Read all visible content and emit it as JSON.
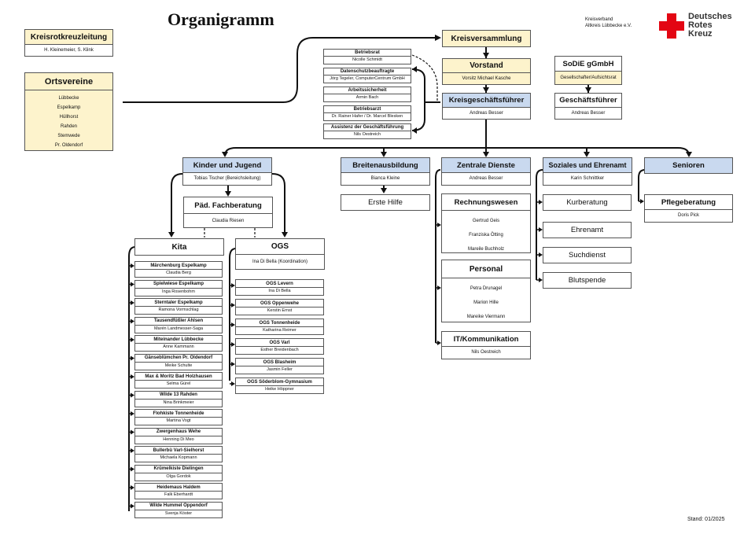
{
  "title": "Organigramm",
  "org": {
    "line1": "Kreisverband",
    "line2": "Altkreis Lübbecke e.V."
  },
  "logo": {
    "line1": "Deutsches",
    "line2": "Rotes",
    "line3": "Kreuz",
    "color": "#e30613"
  },
  "kreisrotkreuzleitung": {
    "label": "Kreisrotkreuzleitung",
    "names": "H. Kleinemeier, S. Klink"
  },
  "ortsvereine": {
    "label": "Ortsvereine",
    "items": [
      "Lübbecke",
      "Espelkamp",
      "Hüllhorst",
      "Rahden",
      "Stemwede",
      "Pr. Oldendorf"
    ]
  },
  "kreisversammlung": {
    "label": "Kreisversammlung"
  },
  "vorstand": {
    "label": "Vorstand",
    "sub": "Vorsitz Michael Kasche"
  },
  "kgf": {
    "label": "Kreisgeschäftsführer",
    "name": "Andreas Besser"
  },
  "sodie": {
    "label": "SoDiE gGmbH",
    "sub": "Gesellschafter/Aufsichtsrat"
  },
  "gf": {
    "label": "Geschäftsführer",
    "name": "Andreas Besser"
  },
  "staff": [
    {
      "label": "Betriebsrat",
      "name": "Nicolle Schmidt"
    },
    {
      "label": "Datenschutzbeauftragte",
      "name": "Jörg Tegeler, ComputerCentrum GmbH"
    },
    {
      "label": "Arbeitssicherheit",
      "name": "Armin Bach"
    },
    {
      "label": "Betriebsarzt",
      "name": "Dr. Rainer Hafer / Dr. Marcel Blesken"
    },
    {
      "label": "Assistenz der Geschäftsführung",
      "name": "Nils Oestreich"
    }
  ],
  "kinder": {
    "label": "Kinder und Jugend",
    "name": "Tobias Tischer (Bereichsleitung)"
  },
  "paed": {
    "label": "Päd. Fachberatung",
    "name": "Claudia Riesen"
  },
  "kita": {
    "label": "Kita"
  },
  "ogs": {
    "label": "OGS",
    "name": "Ina Di Bella (Koordination)"
  },
  "kitas": [
    {
      "label": "Märchenburg Espelkamp",
      "name": "Claudia Berg"
    },
    {
      "label": "Spielwiese Espelkamp",
      "name": "Inga Rosenbohm"
    },
    {
      "label": "Sterntaler Espelkamp",
      "name": "Ramona Vormschlag"
    },
    {
      "label": "Tausendfüßler Ahlsen",
      "name": "Marén Landmesser-Saga"
    },
    {
      "label": "Miteinander Lübbecke",
      "name": "Anne Kammann"
    },
    {
      "label": "Gänseblümchen Pr. Oldendorf",
      "name": "Meike Schulte"
    },
    {
      "label": "Max & Moritz Bad Holzhausen",
      "name": "Selma Gürel"
    },
    {
      "label": "Wilde 13 Rahden",
      "name": "Nina Brinkmeier"
    },
    {
      "label": "Flohkiste Tonnenheide",
      "name": "Martina Vogt"
    },
    {
      "label": "Zwergenhaus Wehe",
      "name": "Henning Di Meo"
    },
    {
      "label": "Bullerbü Varl-Sielhorst",
      "name": "Michaela Kopmann"
    },
    {
      "label": "Krümelkiste Dielingen",
      "name": "Olga Gordok"
    },
    {
      "label": "Heidemaus Haldem",
      "name": "Falk Eberhardt"
    },
    {
      "label": "Wilde Hummel Oppendorf",
      "name": "Svenja Köster"
    }
  ],
  "ogss": [
    {
      "label": "OGS Levern",
      "name": "Ina Di Bella"
    },
    {
      "label": "OGS Oppenwehe",
      "name": "Kerstin Ernst"
    },
    {
      "label": "OGS Tonnenheide",
      "name": "Katharina Reimer"
    },
    {
      "label": "OGS Varl",
      "name": "Esther Breidenbach"
    },
    {
      "label": "OGS Blasheim",
      "name": "Jasmin Feller"
    },
    {
      "label": "OGS Söderblom-Gymnasium",
      "name": "Heike Höppner"
    }
  ],
  "breiten": {
    "label": "Breitenausbildung",
    "name": "Bianca Kleine"
  },
  "ersthilfe": {
    "label": "Erste Hilfe"
  },
  "zentral": {
    "label": "Zentrale Dienste",
    "name": "Andreas Besser"
  },
  "rechnung": {
    "label": "Rechnungswesen",
    "names": [
      "Gertrud Geis",
      "Franziska Ötting",
      "Mareile Buchholz"
    ]
  },
  "personal": {
    "label": "Personal",
    "names": [
      "Petra Drunagel",
      "Marion Hille",
      "Mareike Viermann"
    ]
  },
  "it": {
    "label": "IT/Kommunikation",
    "name": "Nils Oestreich"
  },
  "sozial": {
    "label": "Soziales und Ehrenamt",
    "name": "Karin Schnittker"
  },
  "sozialitems": [
    "Kurberatung",
    "Ehrenamt",
    "Suchdienst",
    "Blutspende"
  ],
  "senioren": {
    "label": "Senioren"
  },
  "pflege": {
    "label": "Pflegeberatung",
    "name": "Doris Pick"
  },
  "stand": "Stand: 01/2025",
  "colors": {
    "yellow": "#fdf3cc",
    "blue": "#c9d9ef",
    "red": "#e30613"
  }
}
